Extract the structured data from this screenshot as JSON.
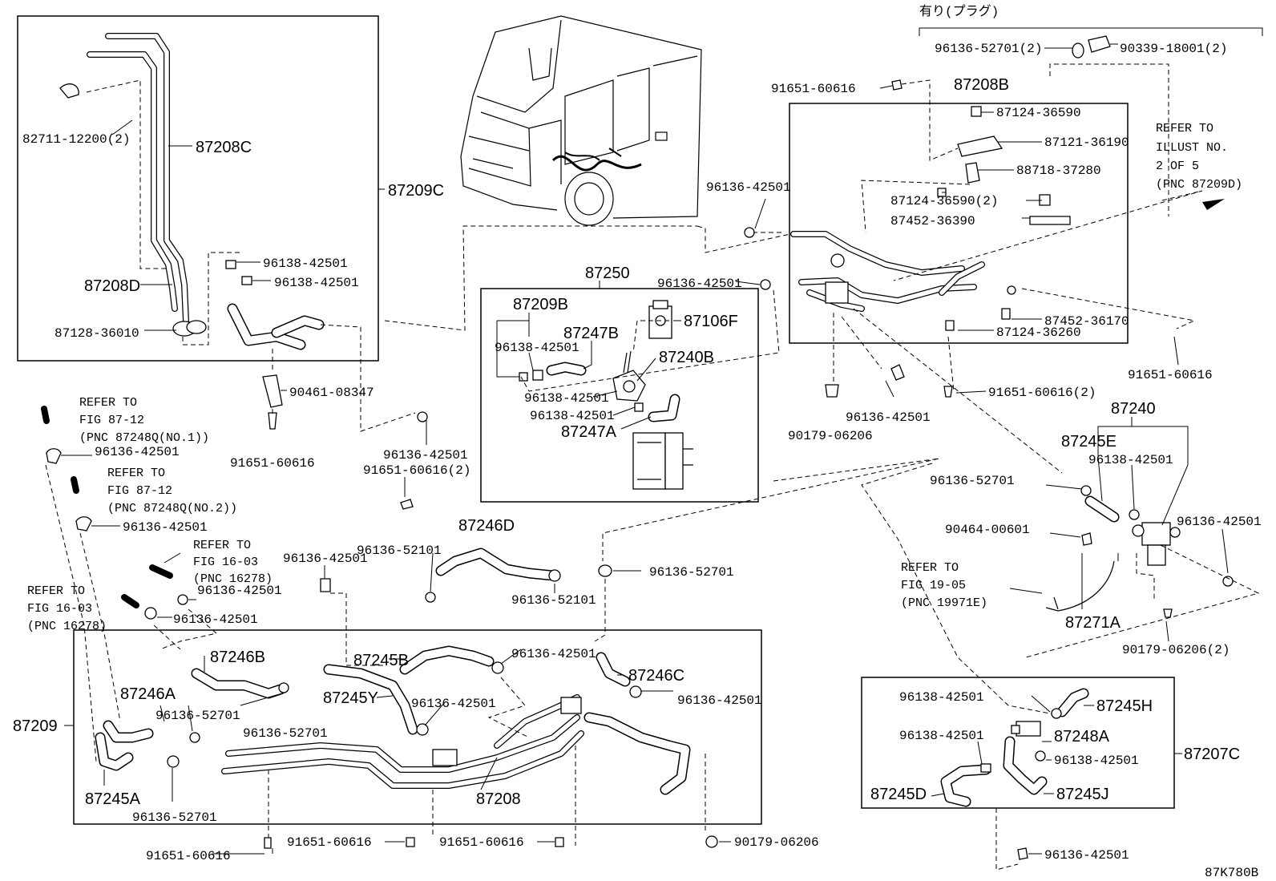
{
  "diagram": {
    "code": "87K780B",
    "plug_note": "有り(プラグ)",
    "refer_illust": [
      "REFER TO",
      "ILLUST NO.",
      "2 OF 5",
      "(PNC 87209D)"
    ],
    "refer_fig_87_12_no1": [
      "REFER TO",
      "FIG 87-12",
      "(PNC 87248Q(NO.1))"
    ],
    "refer_fig_87_12_no2": [
      "REFER TO",
      "FIG 87-12",
      "(PNC 87248Q(NO.2))"
    ],
    "refer_fig_16_03_a": [
      "REFER TO",
      "FIG 16-03",
      "(PNC 16278)"
    ],
    "refer_fig_16_03_b": [
      "REFER TO",
      "FIG 16-03",
      "(PNC 16278)"
    ],
    "refer_fig_19_05": [
      "REFER TO",
      "FIG 19-05",
      "(PNC 19971E)"
    ]
  },
  "labels": {
    "p82711_12200_2": "82711-12200(2)",
    "p87208C": "87208C",
    "p87209C": "87209C",
    "p87208D": "87208D",
    "p87128_36010": "87128-36010",
    "p96138_42501_a": "96138-42501",
    "p96138_42501_b": "96138-42501",
    "p90461_08347": "90461-08347",
    "p91651_60616_a": "91651-60616",
    "p96136_52701_top": "96136-52701(2)",
    "p90339_18001": "90339-18001(2)",
    "p91651_60616_top": "91651-60616",
    "p87208B": "87208B",
    "p87124_36590": "87124-36590",
    "p87121_36190": "87121-36190",
    "p88718_37280": "88718-37280",
    "p87124_36590_2": "87124-36590(2)",
    "p87452_36390": "87452-36390",
    "p96136_42501_mid": "96136-42501",
    "p96136_42501_e": "96136-42501",
    "p87452_36170": "87452-36170",
    "p87124_36260": "87124-36260",
    "p91651_60616_r": "91651-60616",
    "p91651_60616_2a": "91651-60616(2)",
    "p90179_06206_a": "90179-06206",
    "p96136_42501_f": "96136-42501",
    "p87250": "87250",
    "p87209B": "87209B",
    "p87247B": "87247B",
    "p87106F": "87106F",
    "p96138_42501_c": "96138-42501",
    "p87240B": "87240B",
    "p96138_42501_d": "96138-42501",
    "p96138_42501_e": "96138-42501",
    "p87247A": "87247A",
    "p96136_42501_g": "96136-42501",
    "p91651_60616_2b": "91651-60616(2)",
    "p87240": "87240",
    "p87245E": "87245E",
    "p96138_42501_f": "96138-42501",
    "p96136_52701_b": "96136-52701",
    "p96136_42501_h": "96136-42501",
    "p90464_00601": "90464-00601",
    "p87271A": "87271A",
    "p90179_06206_2": "90179-06206(2)",
    "p96136_42501_i": "96136-42501",
    "p96136_42501_j": "96136-42501",
    "p96136_42501_k": "96136-42501",
    "p96136_42501_l": "96136-42501",
    "p96136_52101_a": "96136-52101",
    "p87246D": "87246D",
    "p96136_52101_b": "96136-52101",
    "p96136_52701_c": "96136-52701",
    "p87246B": "87246B",
    "p87245B": "87245B",
    "p96136_42501_m": "96136-42501",
    "p87246C": "87246C",
    "p87246A": "87246A",
    "p87245Y": "87245Y",
    "p96136_42501_n": "96136-42501",
    "p96136_42501_o": "96136-42501",
    "p96136_52701_d": "96136-52701",
    "p96136_52701_e": "96136-52701",
    "p87209": "87209",
    "p87208": "87208",
    "p87245A": "87245A",
    "p96136_52701_f": "96136-52701",
    "p91651_60616_b1": "91651-60616",
    "p91651_60616_b2": "91651-60616",
    "p91651_60616_b3": "91651-60616",
    "p90179_06206_b": "90179-06206",
    "p96138_42501_g": "96138-42501",
    "p87245H": "87245H",
    "p96138_42501_h": "96138-42501",
    "p87248A": "87248A",
    "p96138_42501_i": "96138-42501",
    "p87207C": "87207C",
    "p87245D": "87245D",
    "p87245J": "87245J",
    "p96136_42501_p": "96136-42501"
  }
}
